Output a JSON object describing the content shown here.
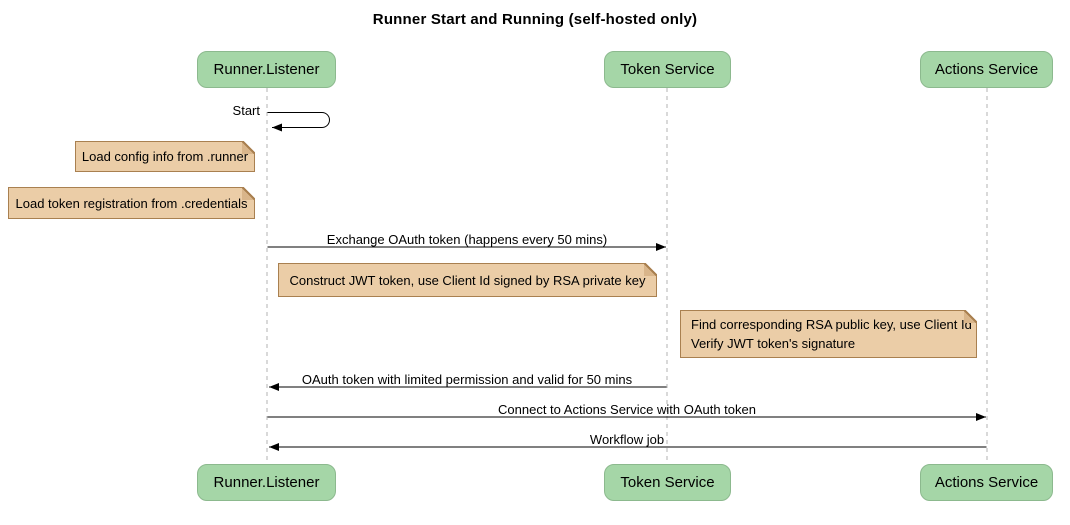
{
  "title": "Runner Start and Running (self-hosted only)",
  "colors": {
    "actor_fill": "#A5D6A7",
    "actor_border": "#8CB98E",
    "note_fill": "#EBCDA7",
    "note_border": "#A98050",
    "note_fold": "#D9B58A",
    "lifeline": "#B3B3B3",
    "message": "#000000"
  },
  "participants": [
    {
      "name": "Runner.Listener"
    },
    {
      "name": "Token Service"
    },
    {
      "name": "Actions Service"
    }
  ],
  "messages": [
    {
      "label": "Start",
      "from": "Runner.Listener",
      "to": "Runner.Listener",
      "type": "self"
    },
    {
      "label": "Exchange OAuth token (happens every 50 mins)",
      "from": "Runner.Listener",
      "to": "Token Service",
      "type": "solid"
    },
    {
      "label": "OAuth token with limited permission and valid for 50 mins",
      "from": "Token Service",
      "to": "Runner.Listener",
      "type": "solid"
    },
    {
      "label": "Connect to Actions Service with OAuth token",
      "from": "Runner.Listener",
      "to": "Actions Service",
      "type": "solid"
    },
    {
      "label": "Workflow job",
      "from": "Actions Service",
      "to": "Runner.Listener",
      "type": "solid"
    }
  ],
  "notes": [
    {
      "text": "Load config info from .runner",
      "position": "left of Runner.Listener"
    },
    {
      "text": "Load token registration from .credentials",
      "position": "left of Runner.Listener"
    },
    {
      "text": "Construct JWT token, use Client Id signed by RSA private key",
      "position": "between Runner.Listener and Token Service"
    },
    {
      "line1": "Find corresponding RSA public key, use Client Id",
      "line2": "Verify JWT token's signature",
      "position": "left of Actions Service"
    }
  ]
}
